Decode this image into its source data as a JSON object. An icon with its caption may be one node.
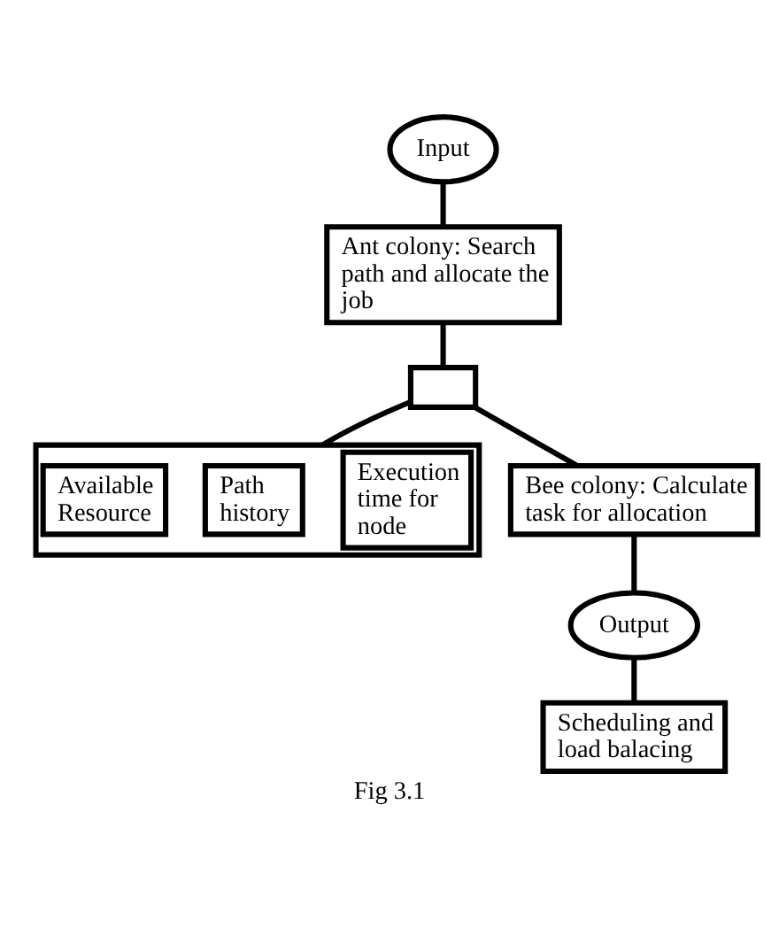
{
  "diagram": {
    "caption": "Fig 3.1",
    "nodes": [
      {
        "text": [
          "Input"
        ]
      },
      {
        "text": [
          "Ant colony: Search path and allocate the job"
        ]
      },
      {
        "text": [],
        "shape": "box"
      },
      {
        "text": [],
        "shape": "box"
      },
      {
        "text": [
          "Available Resource"
        ],
        "in": 3
      },
      {
        "text": [
          "Path history"
        ],
        "in": 3
      },
      {
        "text": [
          "Execution time for node"
        ],
        "in": 3
      },
      {
        "text": [
          "Bee colony: Calculate task for allocation"
        ]
      },
      {
        "text": [
          "Output"
        ]
      },
      {
        "text": [
          "Scheduling and load balacing"
        ]
      }
    ],
    "edges": [
      {
        "from": 0,
        "to": 1,
        "arrow": "none"
      },
      {
        "from": 1,
        "to": 2,
        "arrow": "none"
      },
      {
        "from": 2,
        "to": 3,
        "arrow": "none"
      },
      {
        "from": 2,
        "to": 7,
        "arrow": "none"
      },
      {
        "from": 7,
        "to": 8,
        "arrow": "none"
      },
      {
        "from": 8,
        "to": 9,
        "arrow": "none"
      }
    ]
  }
}
